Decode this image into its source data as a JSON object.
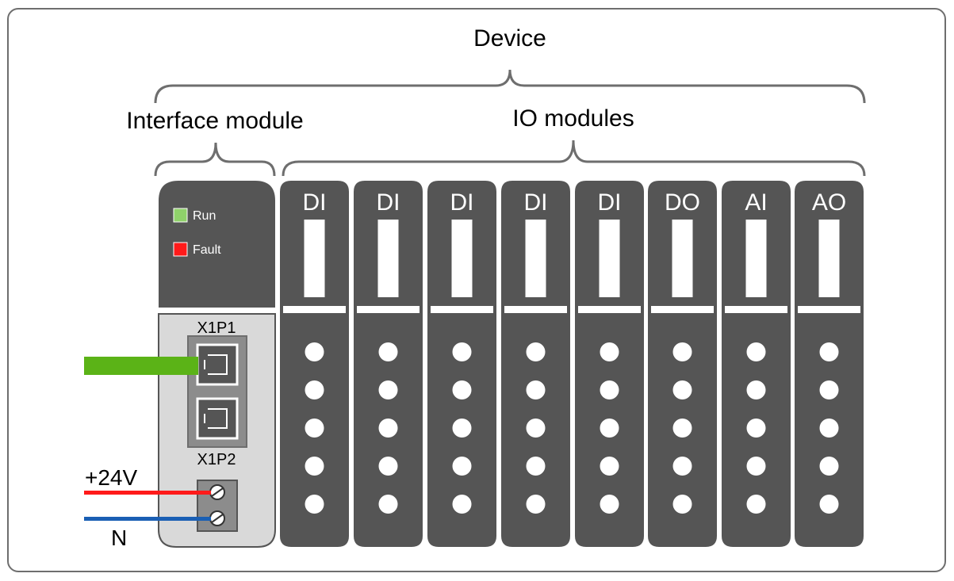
{
  "labels": {
    "device": "Device",
    "interface_module": "Interface module",
    "io_modules": "IO modules",
    "port1": "X1P1",
    "port2": "X1P2",
    "power_pos": "+24V",
    "power_neg": "N"
  },
  "interface": {
    "leds": [
      {
        "label": "Run",
        "color": "#8fd16a"
      },
      {
        "label": "Fault",
        "color": "#ff1a1a"
      }
    ]
  },
  "io_modules": [
    {
      "label": "DI"
    },
    {
      "label": "DI"
    },
    {
      "label": "DI"
    },
    {
      "label": "DI"
    },
    {
      "label": "DI"
    },
    {
      "label": "DO"
    },
    {
      "label": "AI"
    },
    {
      "label": "AO"
    }
  ],
  "colors": {
    "module_body": "#555555",
    "interface_light": "#d9d9d9",
    "ethernet_cable": "#5bb317",
    "wire_pos": "#ff1a1a",
    "wire_neg": "#1a5fb4"
  }
}
